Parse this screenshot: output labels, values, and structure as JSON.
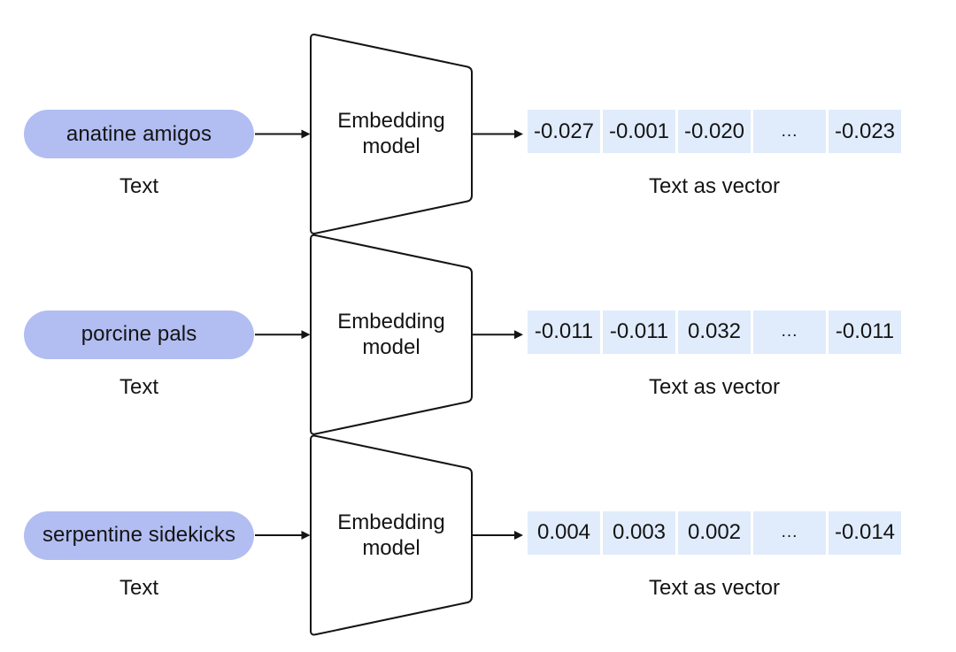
{
  "diagram": {
    "rows": [
      {
        "input_text": "anatine amigos",
        "input_caption": "Text",
        "model_label": "Embedding model",
        "vector": [
          "-0.027",
          "-0.001",
          "-0.020",
          "...",
          "-0.023"
        ],
        "vector_caption": "Text as vector"
      },
      {
        "input_text": "porcine pals",
        "input_caption": "Text",
        "model_label": "Embedding model",
        "vector": [
          "-0.011",
          "-0.011",
          "0.032",
          "...",
          "-0.011"
        ],
        "vector_caption": "Text as vector"
      },
      {
        "input_text": "serpentine sidekicks",
        "input_caption": "Text",
        "model_label": "Embedding model",
        "vector": [
          "0.004",
          "0.003",
          "0.002",
          "...",
          "-0.014"
        ],
        "vector_caption": "Text as vector"
      }
    ],
    "colors": {
      "pill": "#b2bdf2",
      "cell": "#e0ecfb",
      "line": "#141414",
      "text": "#141414",
      "background": "#ffffff"
    }
  }
}
